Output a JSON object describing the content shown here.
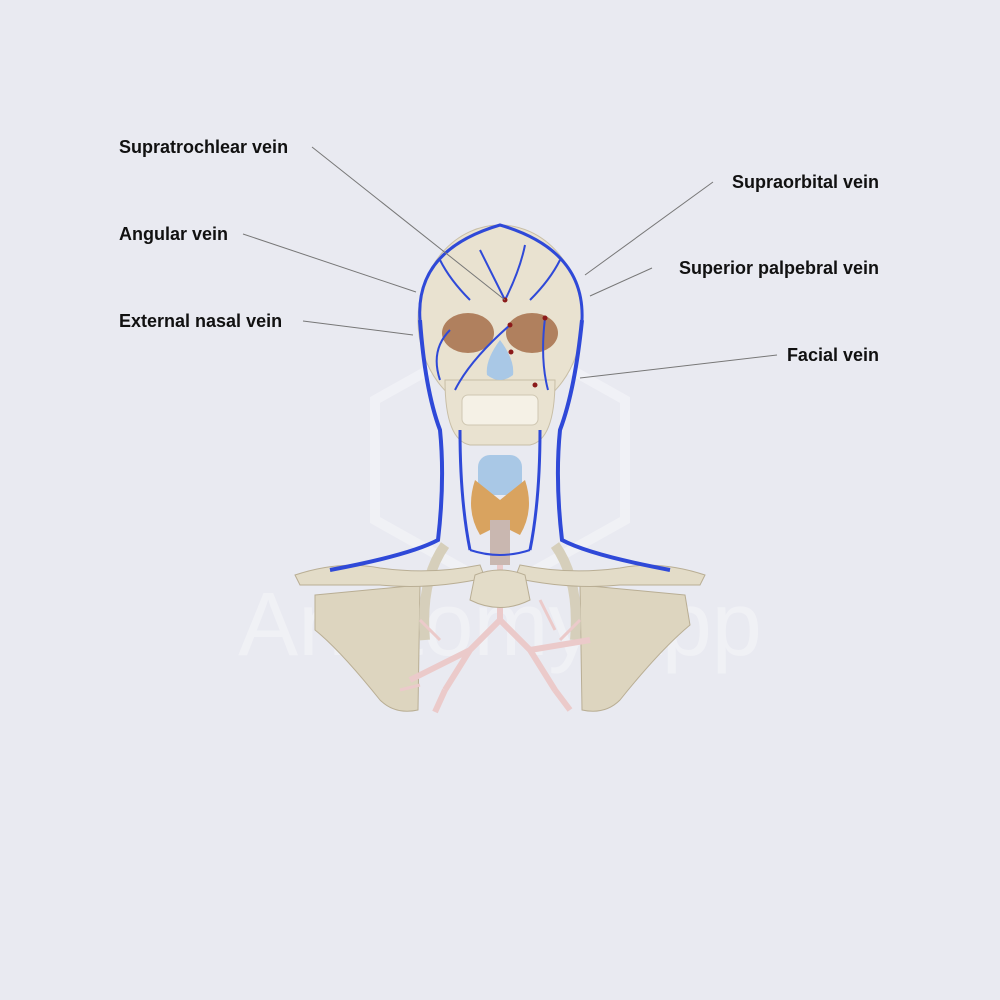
{
  "watermark": "Anatomy.app",
  "labels": {
    "supratrochlear": "Supratrochlear vein",
    "angular": "Angular vein",
    "external_nasal": "External nasal vein",
    "supraorbital": "Supraorbital vein",
    "superior_palpebral": "Superior palpebral vein",
    "facial": "Facial vein"
  },
  "colors": {
    "background": "#e9eaf1",
    "vein": "#2f49d8",
    "bone": "#e6dfcc",
    "cartilage": "#a9c8e6",
    "thyroid": "#d9a35f",
    "bronchi": "#eccfcf",
    "leader_line": "#777777"
  }
}
